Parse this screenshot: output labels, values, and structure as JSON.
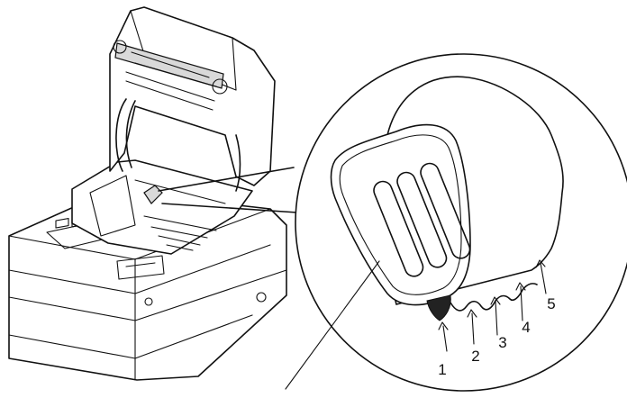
{
  "figure": {
    "position_labels": [
      "1",
      "2",
      "3",
      "4",
      "5"
    ],
    "colors": {
      "ink": "#111111",
      "background": "#ffffff",
      "tip": "#222222"
    }
  }
}
